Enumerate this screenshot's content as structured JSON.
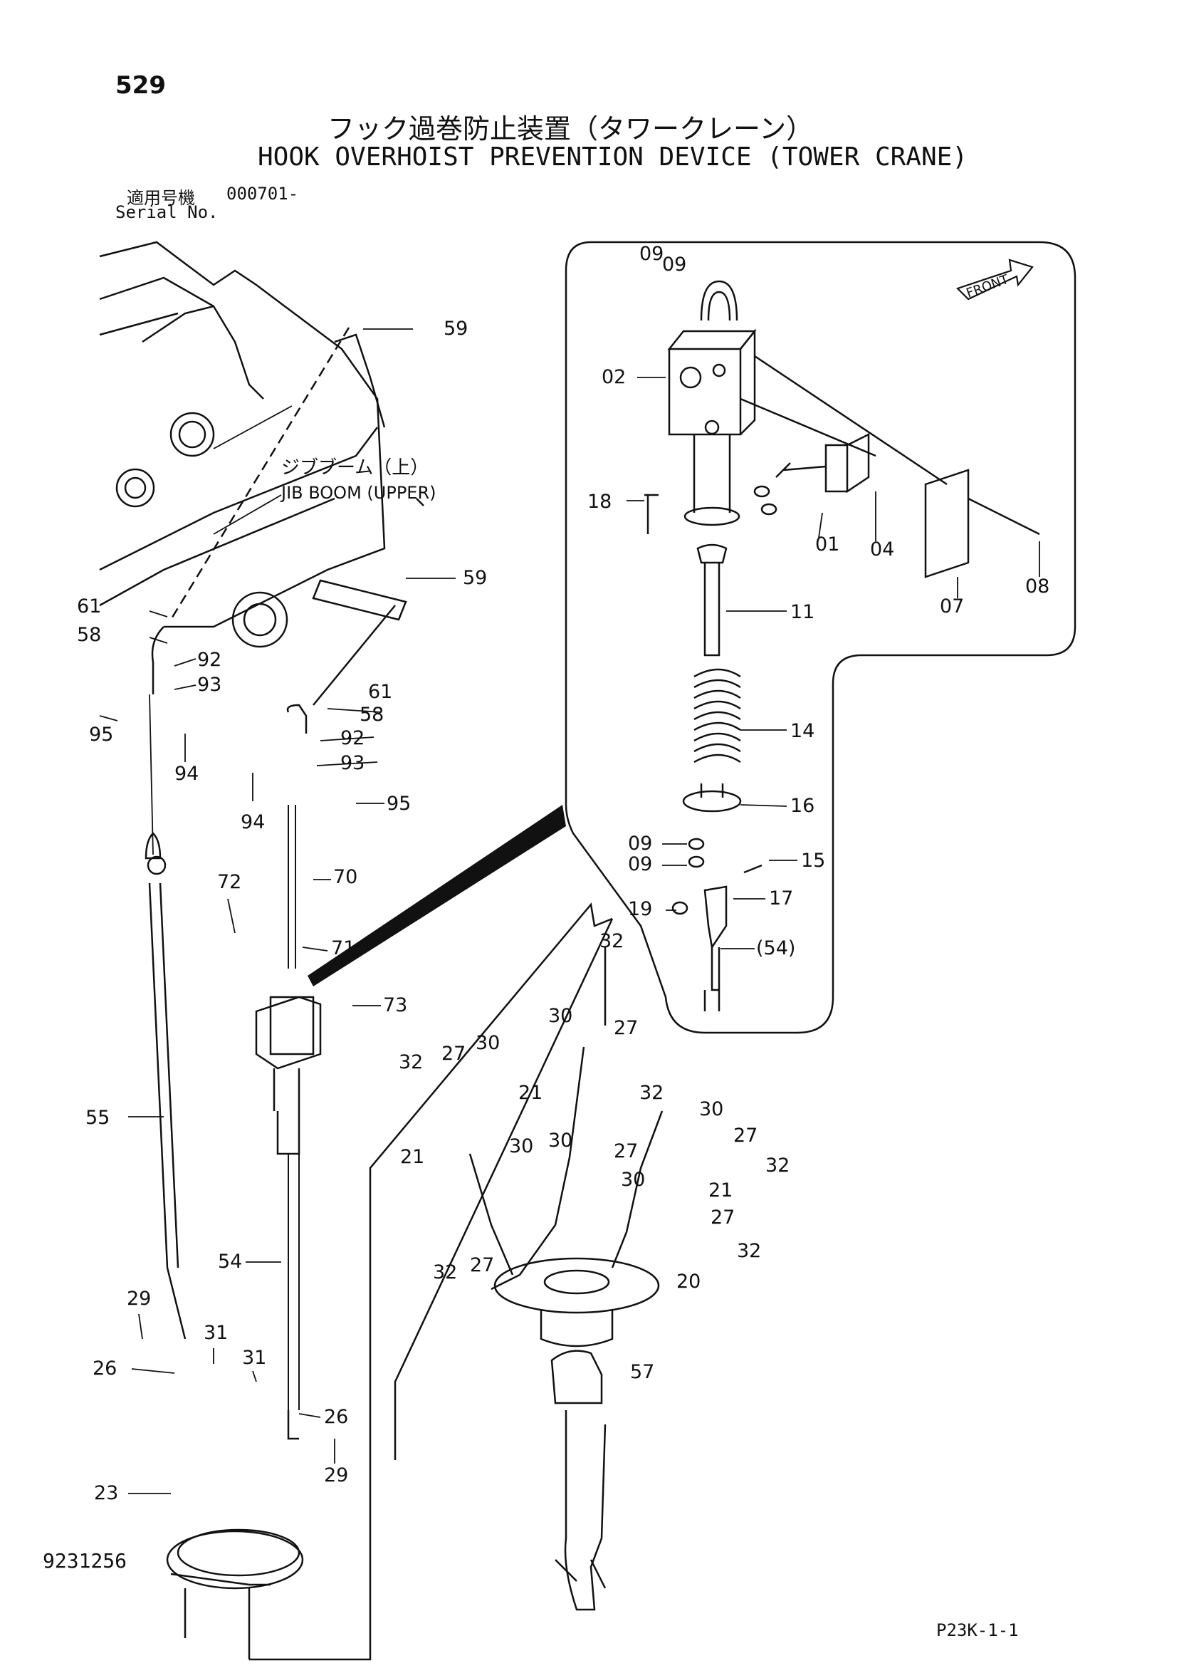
{
  "header": {
    "page_number": "529",
    "title_ja": "フック過巻防止装置（タワークレーン）",
    "title_en": "HOOK OVERHOIST PREVENTION DEVICE (TOWER CRANE)",
    "serial_label_ja": "適用号機",
    "serial_label_en": "Serial No.",
    "serial_value": "000701-"
  },
  "diagram": {
    "jib_label_ja": "ジブブーム（上）",
    "jib_label_en": "JIB BOOM (UPPER)",
    "front_label": "FRONT",
    "parts": [
      "01",
      "02",
      "04",
      "07",
      "08",
      "09",
      "11",
      "14",
      "15",
      "16",
      "17",
      "18",
      "19",
      "20",
      "21",
      "23",
      "26",
      "27",
      "29",
      "30",
      "31",
      "32",
      "54",
      "55",
      "57",
      "58",
      "59",
      "61",
      "70",
      "71",
      "72",
      "73",
      "92",
      "93",
      "94",
      "95"
    ]
  },
  "footer": {
    "drawing_number": "9231256",
    "sheet_code": "P23K-1-1"
  }
}
